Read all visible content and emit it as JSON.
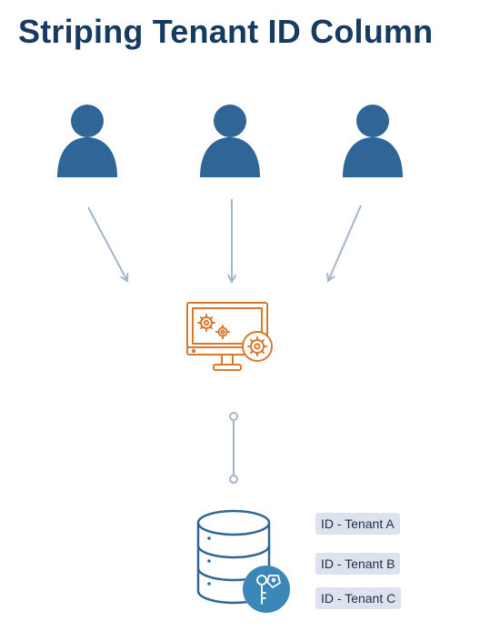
{
  "title": "Striping Tenant ID Column",
  "users": [
    {
      "icon": "user-icon"
    },
    {
      "icon": "user-icon"
    },
    {
      "icon": "user-icon"
    }
  ],
  "app_icon": "monitor-gears-icon",
  "database_icon": "database-icon",
  "key_icon": "keys-icon",
  "tenant_tags": [
    "ID - Tenant A",
    "ID - Tenant B",
    "ID - Tenant C"
  ],
  "colors": {
    "title": "#173a63",
    "user": "#2f6597",
    "arrow": "#a3b5cc",
    "app": "#d9782e",
    "database": "#2f6597",
    "key_badge": "#3b87b8",
    "tag_bg": "#dce3ee"
  }
}
